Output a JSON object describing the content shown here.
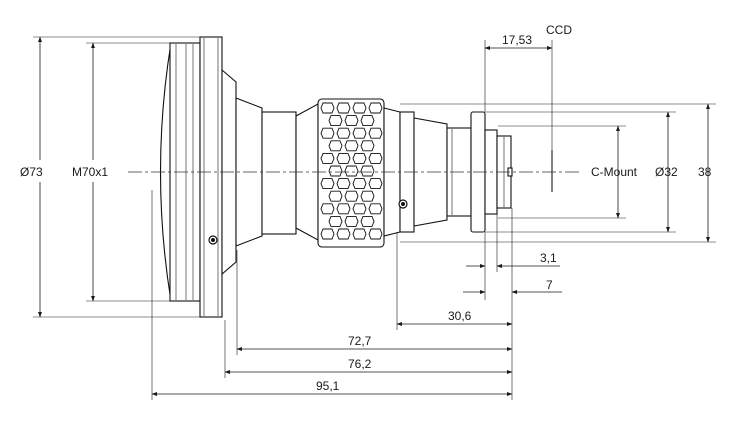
{
  "labels": {
    "ccd": "CCD",
    "c_mount": "C-Mount",
    "thread": "M70x1"
  },
  "dimensions": {
    "dia_front": "Ø73",
    "dia_mount": "Ø32",
    "height_38": "38",
    "ccd_dist": "17,53",
    "d_3_1": "3,1",
    "d_7": "7",
    "d_30_6": "30,6",
    "d_72_7": "72,7",
    "d_76_2": "76,2",
    "d_95_1": "95,1"
  }
}
